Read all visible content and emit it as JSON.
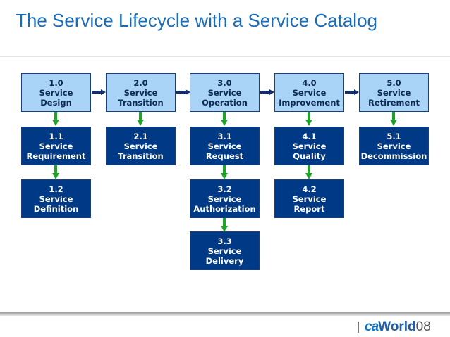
{
  "title": "The Service Lifecycle with a Service Catalog",
  "columns": [
    {
      "head": {
        "num": "1.0",
        "l1": "Service",
        "l2": "Design"
      },
      "subs": [
        {
          "num": "1.1",
          "l1": "Service",
          "l2": "Requirement"
        },
        {
          "num": "1.2",
          "l1": "Service",
          "l2": "Definition"
        }
      ]
    },
    {
      "head": {
        "num": "2.0",
        "l1": "Service",
        "l2": "Transition"
      },
      "subs": [
        {
          "num": "2.1",
          "l1": "Service",
          "l2": "Transition"
        }
      ]
    },
    {
      "head": {
        "num": "3.0",
        "l1": "Service",
        "l2": "Operation"
      },
      "subs": [
        {
          "num": "3.1",
          "l1": "Service",
          "l2": "Request"
        },
        {
          "num": "3.2",
          "l1": "Service",
          "l2": "Authorization"
        },
        {
          "num": "3.3",
          "l1": "Service",
          "l2": "Delivery"
        }
      ]
    },
    {
      "head": {
        "num": "4.0",
        "l1": "Service",
        "l2": "Improvement"
      },
      "subs": [
        {
          "num": "4.1",
          "l1": "Service",
          "l2": "Quality"
        },
        {
          "num": "4.2",
          "l1": "Service",
          "l2": "Report"
        }
      ]
    },
    {
      "head": {
        "num": "5.0",
        "l1": "Service",
        "l2": "Retirement"
      },
      "subs": [
        {
          "num": "5.1",
          "l1": "Service",
          "l2": "Decommission"
        }
      ]
    }
  ],
  "logo": {
    "ca": "ca",
    "world": "World",
    "year": "08"
  },
  "colors": {
    "light": "#a9d3f7",
    "dark": "#003a86",
    "green": "#1fa12a",
    "navy_arrow": "#0f2f6e",
    "title": "#1a6cb8"
  }
}
